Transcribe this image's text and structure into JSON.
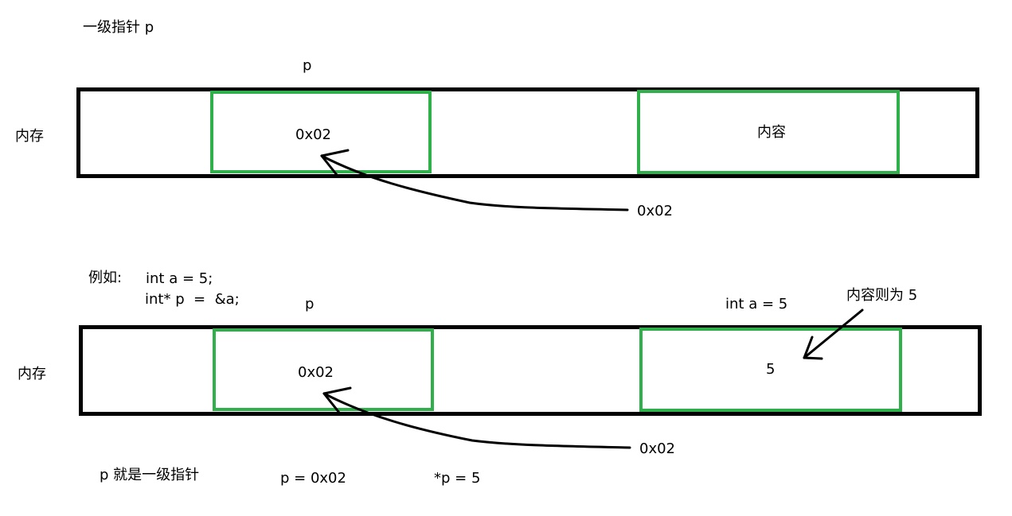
{
  "section1": {
    "title": "一级指针 p",
    "pointer_name": "p",
    "memory_label": "内存",
    "pointer_cell_value": "0x02",
    "target_cell_value": "内容",
    "address_label": "0x02"
  },
  "section2": {
    "example_label": "例如:",
    "code": [
      "int a = 5;",
      "int* p  =  &a;"
    ],
    "pointer_name": "p",
    "var_label": "int a = 5",
    "content_note": "内容则为 5",
    "memory_label": "内存",
    "pointer_cell_value": "0x02",
    "target_cell_value": "5",
    "address_label": "0x02"
  },
  "footer": {
    "statement": "p 就是一级指针",
    "p_value": "p = 0x02",
    "deref_value": "*p = 5"
  },
  "colors": {
    "memory_border": "#000000",
    "cell_border": "#2fb04a",
    "arrow": "#000000"
  }
}
